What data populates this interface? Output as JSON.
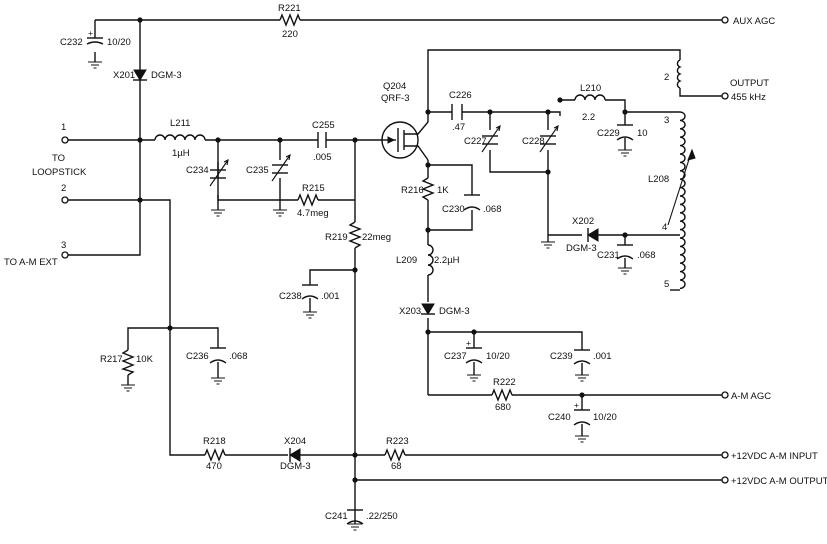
{
  "terminals": {
    "aux_agc": "AUX AGC",
    "output_label": "OUTPUT",
    "output_freq": "455 kHz",
    "am_agc": "A-M AGC",
    "v12_input": "+12VDC A-M INPUT",
    "v12_output": "+12VDC A-M OUTPUT",
    "to": "TO",
    "loopstick": "LOOPSTICK",
    "to_am_ext": "TO A-M EXT",
    "pin1": "1",
    "pin2": "2",
    "pin3": "3"
  },
  "components": {
    "r221": {
      "ref": "R221",
      "value": "220"
    },
    "c232": {
      "ref": "C232",
      "value": "10/20"
    },
    "x201": {
      "ref": "X201",
      "value": "DGM-3"
    },
    "l211": {
      "ref": "L211",
      "value": "1µH"
    },
    "c234": {
      "ref": "C234"
    },
    "c235": {
      "ref": "C235"
    },
    "c255": {
      "ref": "C255",
      "value": ".005"
    },
    "r215": {
      "ref": "R215",
      "value": "4.7meg"
    },
    "q204": {
      "ref": "Q204",
      "value": "QRF-3"
    },
    "c226": {
      "ref": "C226",
      "value": ".47"
    },
    "l210": {
      "ref": "L210",
      "value": "2.2"
    },
    "c227": {
      "ref": "C227"
    },
    "c228": {
      "ref": "C228"
    },
    "c229": {
      "ref": "C229",
      "value": "10"
    },
    "r216": {
      "ref": "R216",
      "value": "1K"
    },
    "c230": {
      "ref": "C230",
      "value": ".068"
    },
    "l208": {
      "ref": "L208"
    },
    "x202": {
      "ref": "X202",
      "value": "DGM-3"
    },
    "c231": {
      "ref": "C231",
      "value": ".068"
    },
    "r219": {
      "ref": "R219",
      "value": "22meg"
    },
    "l209": {
      "ref": "L209",
      "value": "2.2µH"
    },
    "c238": {
      "ref": "C238",
      "value": ".001"
    },
    "x203": {
      "ref": "X203",
      "value": "DGM-3"
    },
    "r217": {
      "ref": "R217",
      "value": "10K"
    },
    "c236": {
      "ref": "C236",
      "value": ".068"
    },
    "c237": {
      "ref": "C237",
      "value": "10/20"
    },
    "c239": {
      "ref": "C239",
      "value": ".001"
    },
    "r222": {
      "ref": "R222",
      "value": "680"
    },
    "c240": {
      "ref": "C240",
      "value": "10/20"
    },
    "r218": {
      "ref": "R218",
      "value": "470"
    },
    "x204": {
      "ref": "X204",
      "value": "DGM-3"
    },
    "r223": {
      "ref": "R223",
      "value": "68"
    },
    "c241": {
      "ref": "C241",
      "value": ".22/250"
    }
  },
  "pins": {
    "p2": "2",
    "p3": "3",
    "p4": "4",
    "p5": "5"
  },
  "polarity": "+"
}
